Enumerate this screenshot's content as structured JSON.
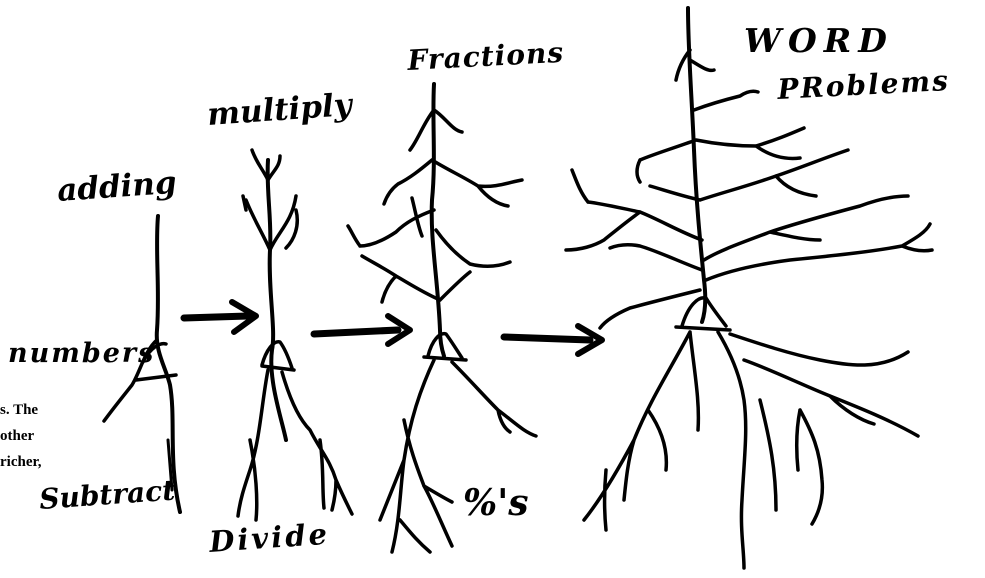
{
  "labels": {
    "adding": "adding",
    "numbers": "numbers",
    "subtract": "Subtract",
    "multiply": "multiply",
    "divide": "Divide",
    "fractions": "Fractions",
    "percents": "%'s",
    "word_problems_line1": "WORD",
    "word_problems_line2": "PRoblems"
  },
  "cut_text": {
    "line1": "s. The",
    "line2": "other",
    "line3": "richer,"
  }
}
